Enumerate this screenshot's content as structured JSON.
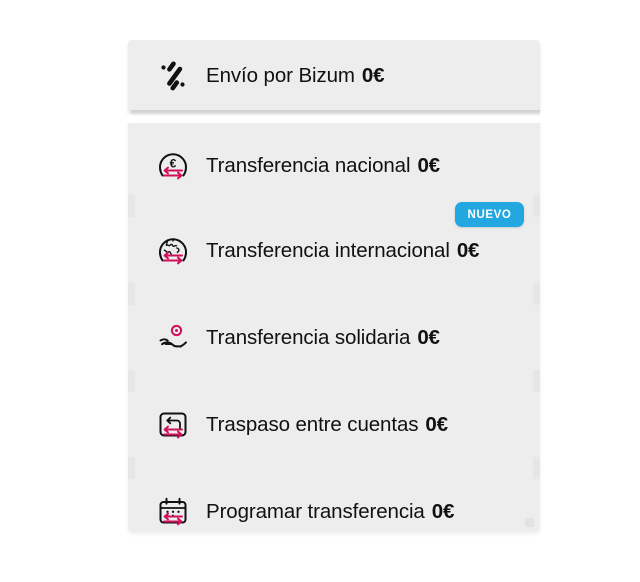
{
  "screen": {
    "background_color": "#ffffff",
    "card_color": "#ededed",
    "text_color": "#111111",
    "accent_color": "#d0105a",
    "badge_color": "#22a7e0"
  },
  "top_card": {
    "items": [
      {
        "icon": "bizum-icon",
        "label": "Envío por Bizum",
        "amount": "0€"
      }
    ]
  },
  "main_card": {
    "items": [
      {
        "icon": "euro-exchange-icon",
        "label": "Transferencia nacional",
        "amount": "0€",
        "badge": null
      },
      {
        "icon": "globe-exchange-icon",
        "label": "Transferencia internacional",
        "amount": "0€",
        "badge": "NUEVO"
      },
      {
        "icon": "hand-coin-icon",
        "label": "Transferencia solidaria",
        "amount": "0€",
        "badge": null
      },
      {
        "icon": "card-exchange-icon",
        "label": "Traspaso entre cuentas",
        "amount": "0€",
        "badge": null
      },
      {
        "icon": "calendar-exchange-icon",
        "label": "Programar transferencia",
        "amount": "0€",
        "badge": null
      }
    ]
  },
  "badge": {
    "nuevo_label": "NUEVO"
  }
}
